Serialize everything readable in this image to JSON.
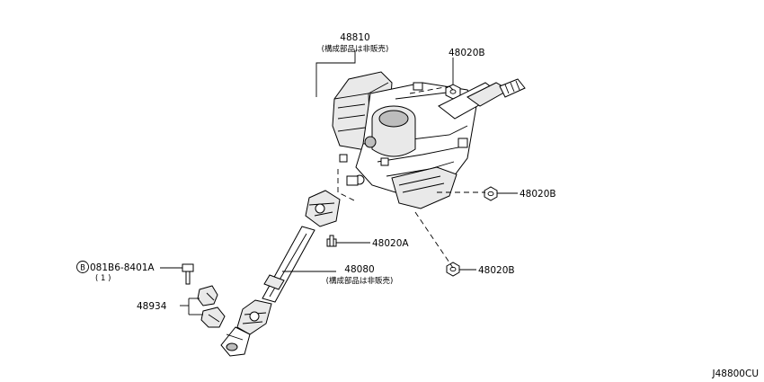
{
  "callouts": {
    "column_assembly": {
      "part_no": "48810",
      "note": "(構成部品は非販売)"
    },
    "shaft_assembly": {
      "part_no": "48080",
      "note": "(構成部品は非販売)"
    },
    "nut_top": {
      "part_no": "48020B"
    },
    "nut_middle": {
      "part_no": "48020B"
    },
    "nut_bottom": {
      "part_no": "48020B"
    },
    "bolt": {
      "part_no": "48020A"
    },
    "yoke_bolt": {
      "symbol": "B",
      "part_no": "081B6-8401A",
      "qty": "( 1 )"
    },
    "joint_cover": {
      "part_no": "48934"
    }
  },
  "figure_code": "J48800CU"
}
